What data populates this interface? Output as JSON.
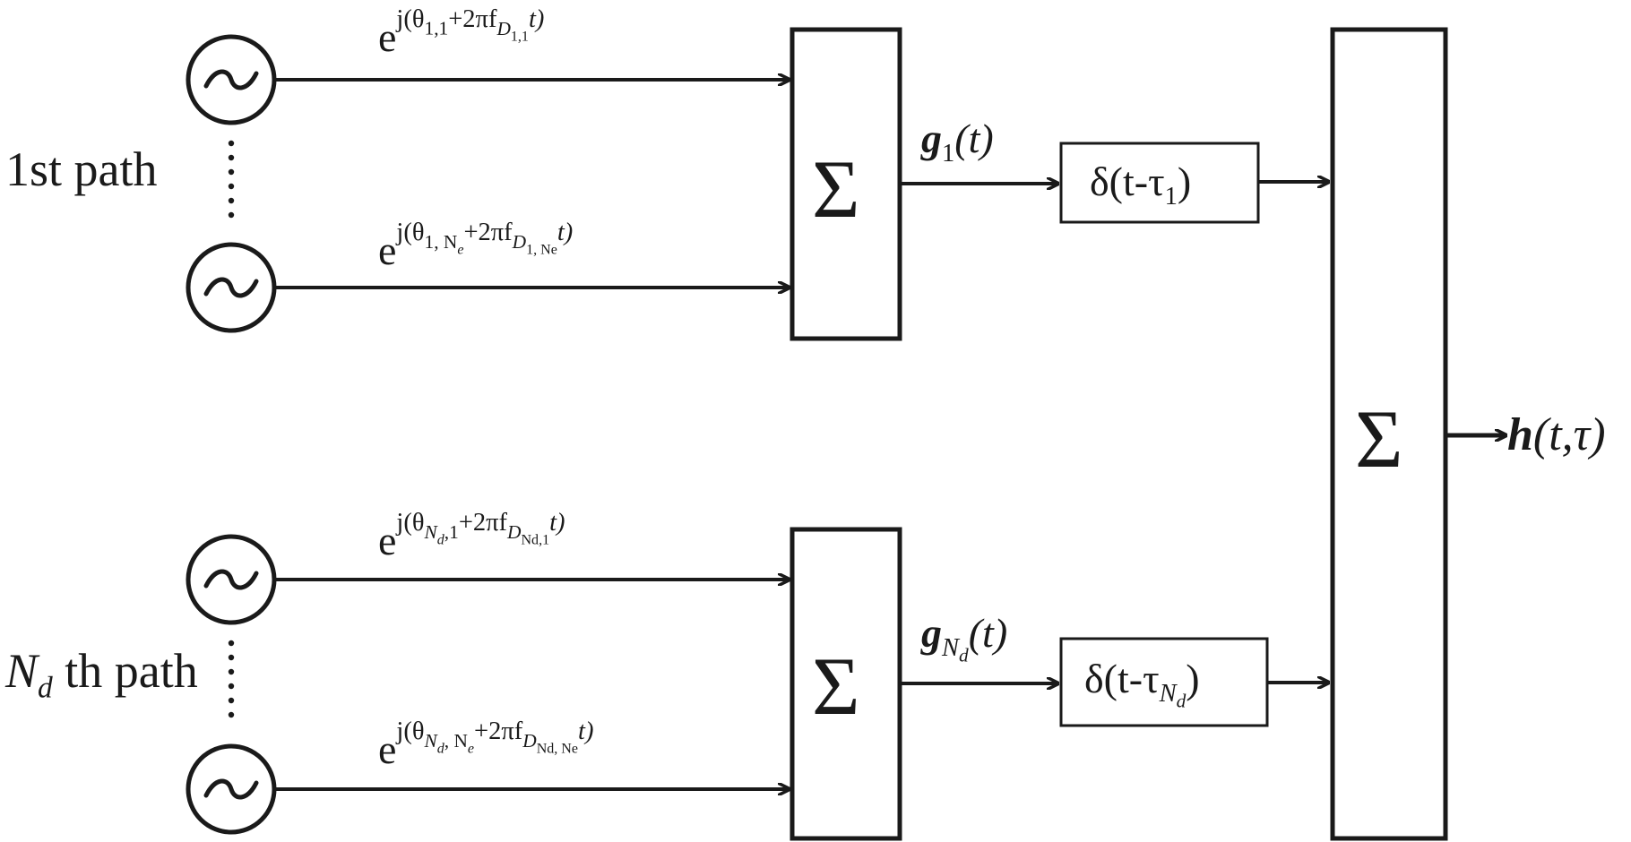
{
  "paths": {
    "first": {
      "label": "1st path",
      "oscillator_top_exp": {
        "base": "e",
        "exponent_prefix": "j(θ",
        "theta_sub": "1,1",
        "mid": "+2πf",
        "f_sub": "D",
        "f_subsub": "1,1",
        "suffix": "t)"
      },
      "oscillator_bottom_exp": {
        "base": "e",
        "exponent_prefix": "j(θ",
        "theta_sub": "1, N",
        "theta_subsub": "e",
        "mid": "+2πf",
        "f_sub": "D",
        "f_subsub": "1, Ne",
        "suffix": "t)"
      },
      "sum_symbol": "Σ",
      "signal_label": {
        "var": "g",
        "sub": "1",
        "arg": "(t)"
      },
      "delay_label": {
        "text": "δ(t-τ",
        "sub": "1",
        "close": ")"
      }
    },
    "last": {
      "label_var": "N",
      "label_sub": "d",
      "label_rest": "th path",
      "oscillator_top_exp": {
        "base": "e",
        "exponent_prefix": "j(θ",
        "theta_sub": "N",
        "theta_subsub": "d",
        "theta_tail": ",1",
        "mid": "+2πf",
        "f_sub": "D",
        "f_subsub": "Nd,1",
        "suffix": "t)"
      },
      "oscillator_bottom_exp": {
        "base": "e",
        "exponent_prefix": "j(θ",
        "theta_sub": "N",
        "theta_subsub": "d",
        "theta_tail": ", N",
        "theta_tail_sub": "e",
        "mid": "+2πf",
        "f_sub": "D",
        "f_subsub": "Nd, Ne",
        "suffix": "t)"
      },
      "sum_symbol": "Σ",
      "signal_label": {
        "var": "g",
        "sub": "N",
        "subsub": "d",
        "arg": "(t)"
      },
      "delay_label": {
        "text": "δ(t-τ",
        "sub": "N",
        "subsub": "d",
        "close": ")"
      }
    }
  },
  "oscillator_glyph": "~",
  "ellipsis": "⋮",
  "final_sum_symbol": "Σ",
  "output_label": {
    "var": "h",
    "arg": "(t,τ)"
  }
}
